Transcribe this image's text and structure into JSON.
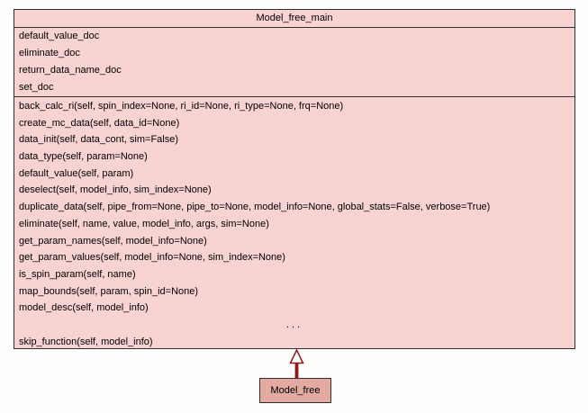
{
  "colors": {
    "class_fill": "#F9D2D2",
    "subclass_fill": "#E3AAA2",
    "border": "#2F2F2F",
    "arrow": "#8B1B1B",
    "text": "#000000",
    "page_bg": "#FEFFFC"
  },
  "main_class": {
    "title": "Model_free_main",
    "attributes": [
      "default_value_doc",
      "eliminate_doc",
      "return_data_name_doc",
      "set_doc"
    ],
    "methods": [
      "back_calc_ri(self, spin_index=None, ri_id=None, ri_type=None, frq=None)",
      "create_mc_data(self, data_id=None)",
      "data_init(self, data_cont, sim=False)",
      "data_type(self, param=None)",
      "default_value(self, param)",
      "deselect(self, model_info, sim_index=None)",
      "duplicate_data(self, pipe_from=None, pipe_to=None, model_info=None, global_stats=False, verbose=True)",
      "eliminate(self, name, value, model_info, args, sim=None)",
      "get_param_names(self, model_info=None)",
      "get_param_values(self, model_info=None, sim_index=None)",
      "is_spin_param(self, name)",
      "map_bounds(self, param, spin_id=None)",
      "model_desc(self, model_info)"
    ],
    "ellipsis": "...",
    "methods_tail": [
      "skip_function(self, model_info)"
    ]
  },
  "subclass": {
    "title": "Model_free"
  }
}
